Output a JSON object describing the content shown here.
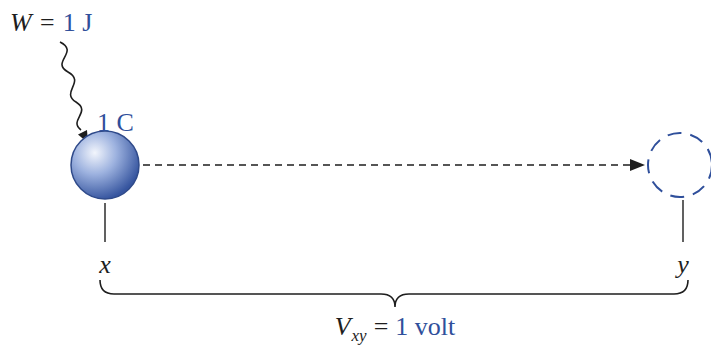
{
  "diagram": {
    "nodes": [
      {
        "text": [
          "1 C"
        ]
      }
    ],
    "labels": [
      "W =",
      "1 J",
      "x",
      "y",
      "V",
      "xy",
      "=",
      "1 volt"
    ]
  }
}
